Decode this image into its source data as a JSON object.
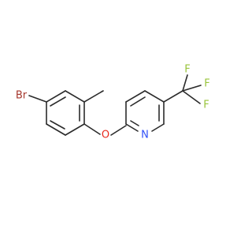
{
  "molecule": {
    "atoms": {
      "br": "Br",
      "o": "O",
      "n": "N",
      "f1": "F",
      "f2": "F",
      "f3": "F"
    },
    "colors": {
      "bond": "#2b2b2b",
      "bromine": "#a5372c",
      "oxygen": "#e8291d",
      "nitrogen": "#3050f8",
      "fluorine": "#98c43a"
    }
  }
}
